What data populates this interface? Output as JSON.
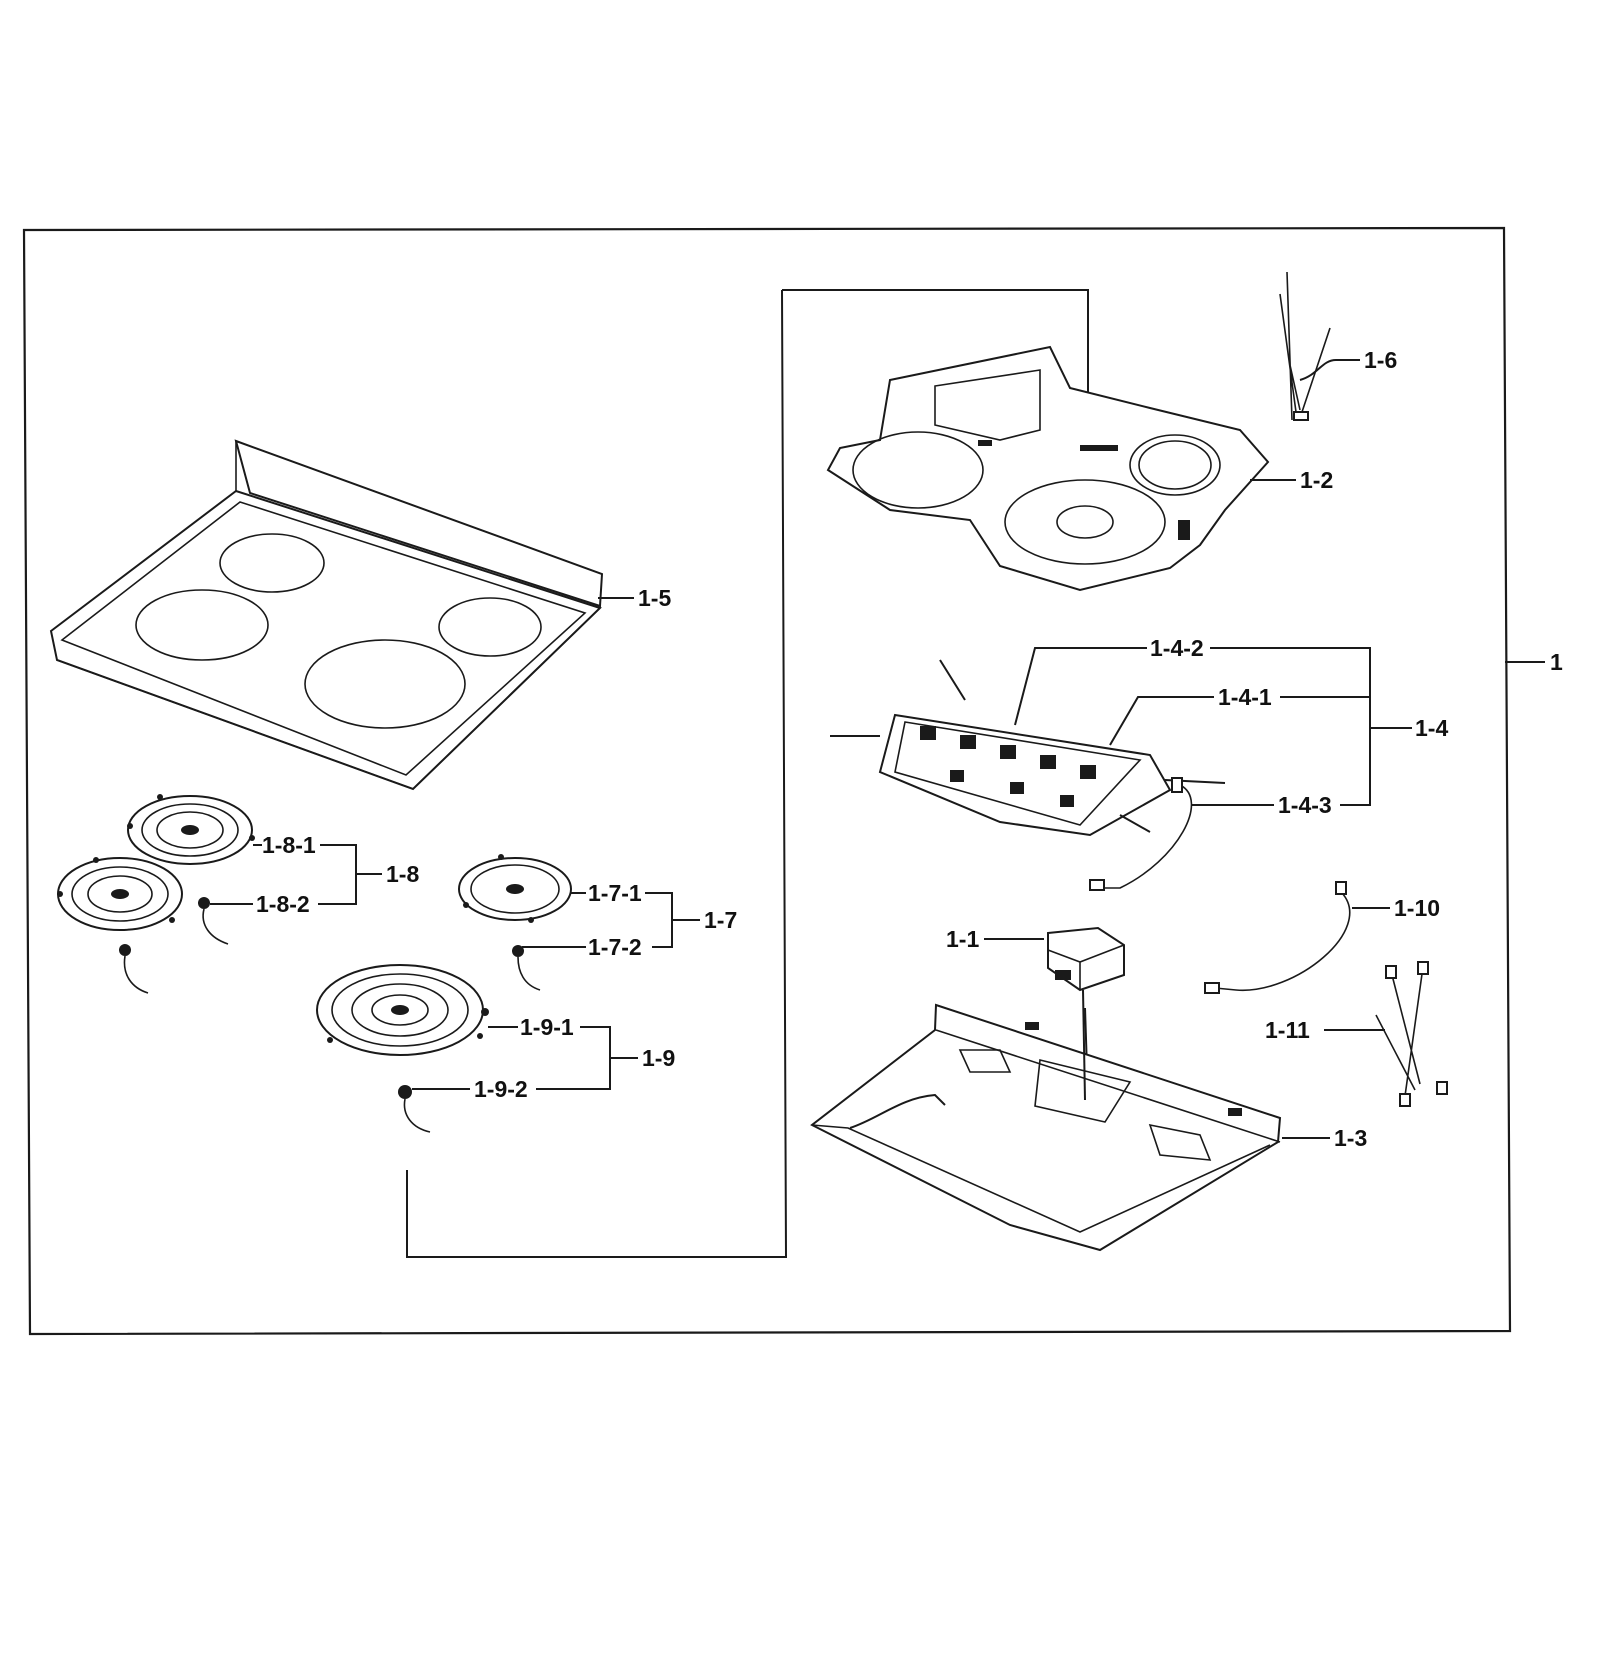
{
  "labels": {
    "l_1": "1",
    "l_1_1": "1-1",
    "l_1_2": "1-2",
    "l_1_3": "1-3",
    "l_1_4": "1-4",
    "l_1_4_1": "1-4-1",
    "l_1_4_2": "1-4-2",
    "l_1_4_3": "1-4-3",
    "l_1_5": "1-5",
    "l_1_6": "1-6",
    "l_1_7": "1-7",
    "l_1_7_1": "1-7-1",
    "l_1_7_2": "1-7-2",
    "l_1_8": "1-8",
    "l_1_8_1": "1-8-1",
    "l_1_8_2": "1-8-2",
    "l_1_9": "1-9",
    "l_1_9_1": "1-9-1",
    "l_1_9_2": "1-9-2",
    "l_1_10": "1-10",
    "l_1_11": "1-11"
  }
}
